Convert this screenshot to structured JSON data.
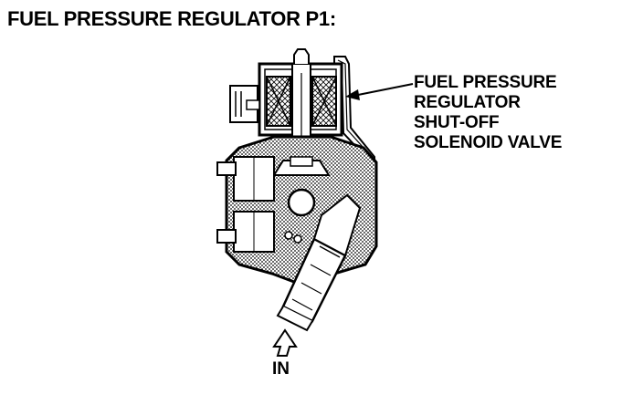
{
  "title": "FUEL PRESSURE REGULATOR P1:",
  "callout": {
    "lines": [
      "FUEL PRESSURE",
      "REGULATOR",
      "SHUT-OFF",
      "SOLENOID VALVE"
    ]
  },
  "inlet_label": "IN"
}
